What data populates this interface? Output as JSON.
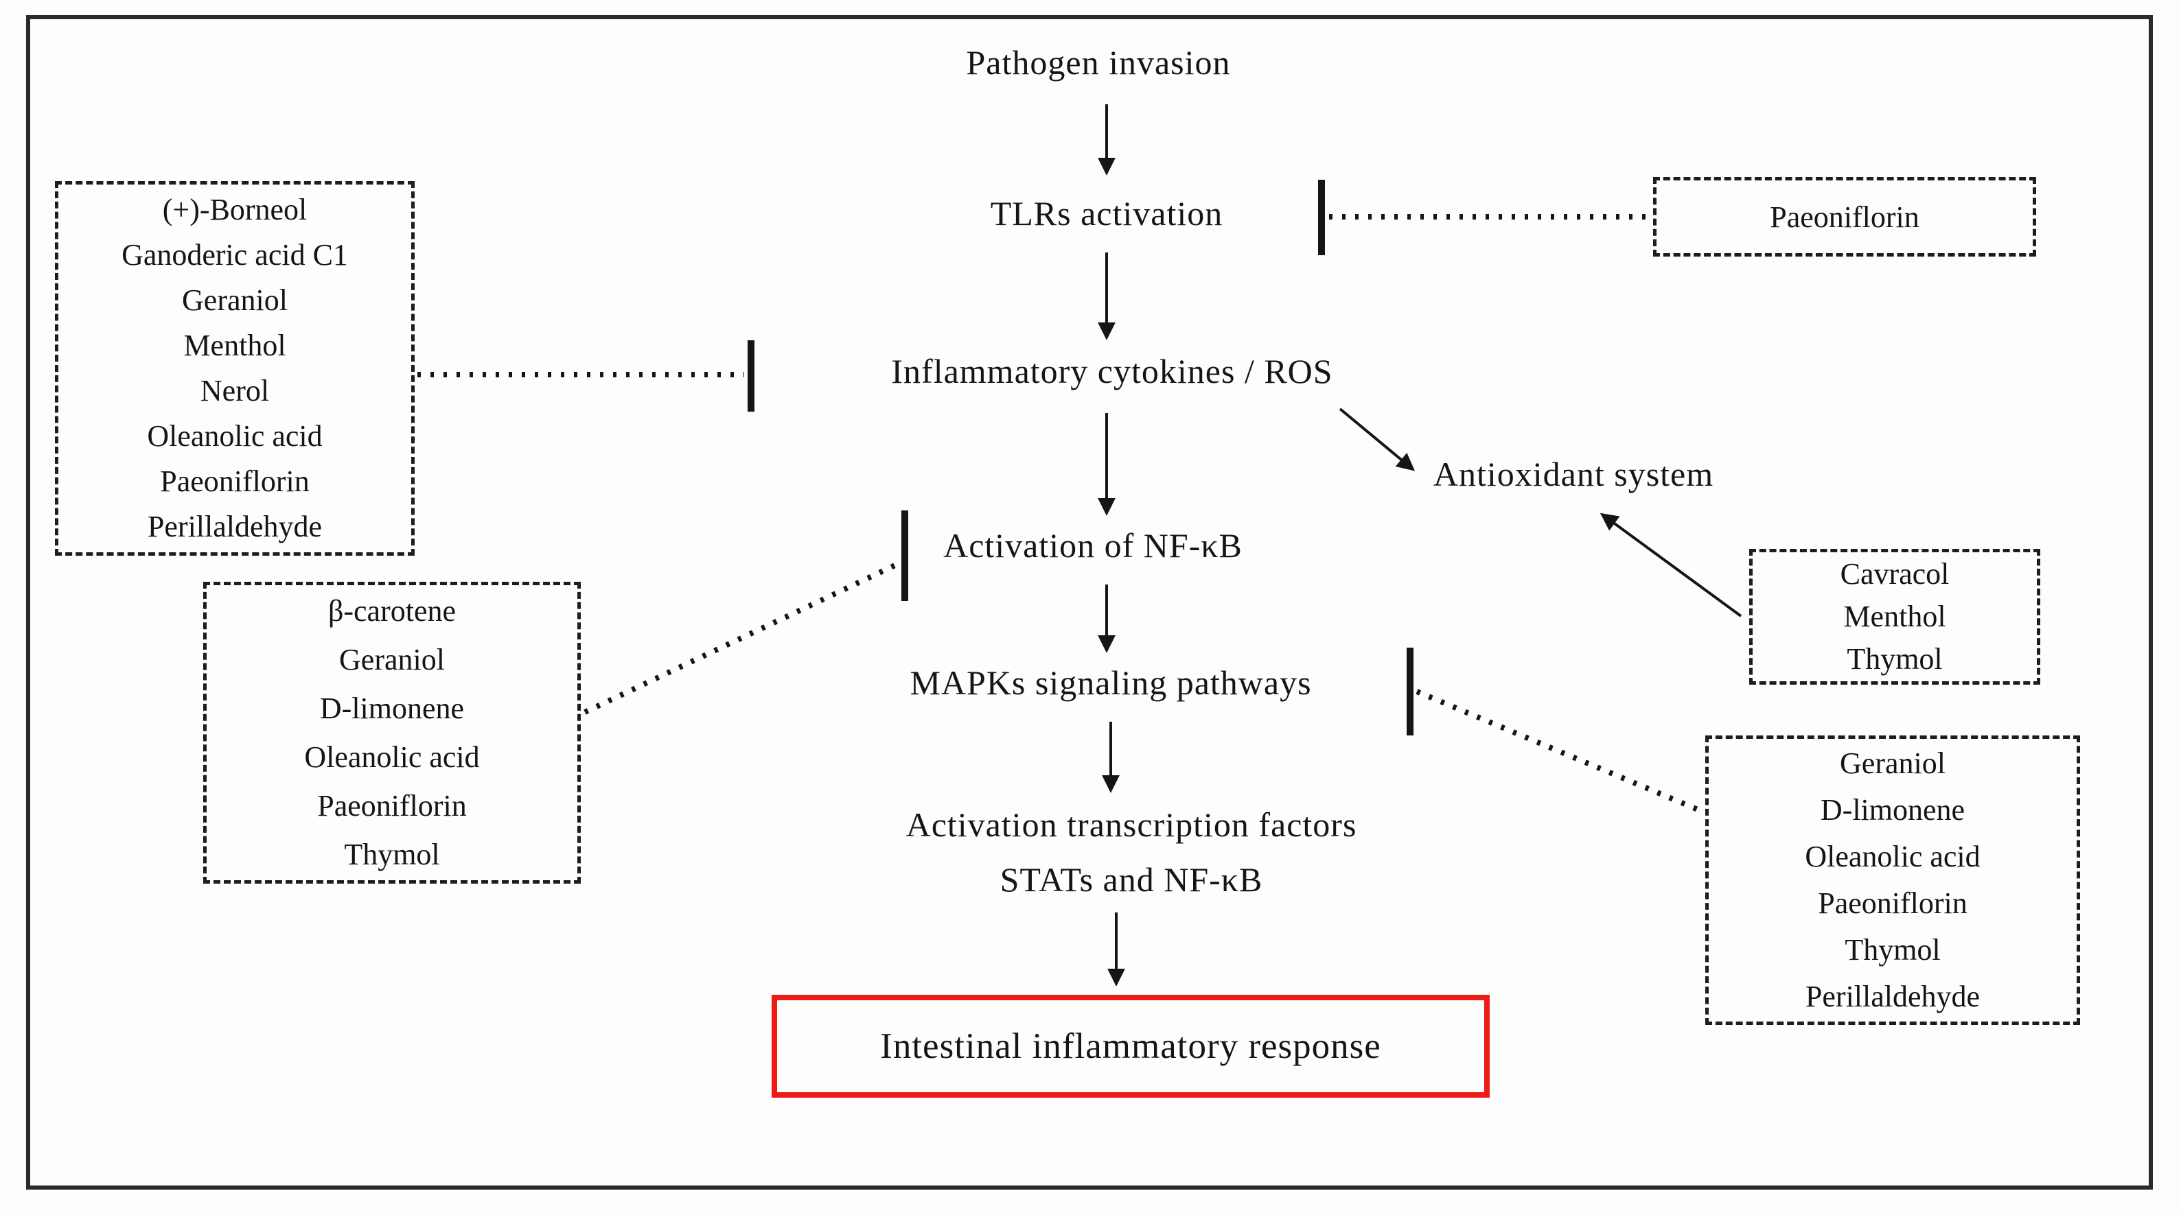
{
  "diagram": {
    "nodes": {
      "pathogen": "Pathogen invasion",
      "tlrs": "TLRs activation",
      "cytokines": "Inflammatory cytokines / ROS",
      "antioxidant": "Antioxidant system",
      "nfkb": "Activation of NF-κB",
      "mapks": "MAPKs signaling pathways",
      "transcription_line1": "Activation transcription factors",
      "transcription_line2": "STATs and NF-κB",
      "outcome": "Intestinal inflammatory response"
    },
    "boxes": {
      "tlr_inhibitor": {
        "items": [
          "Paeoniflorin"
        ]
      },
      "cytokine_inhibitors": {
        "items": [
          "(+)-Borneol",
          "Ganoderic acid C1",
          "Geraniol",
          "Menthol",
          "Nerol",
          "Oleanolic acid",
          "Paeoniflorin",
          "Perillaldehyde"
        ]
      },
      "nfkb_inhibitors": {
        "items": [
          "β-carotene",
          "Geraniol",
          "D-limonene",
          "Oleanolic acid",
          "Paeoniflorin",
          "Thymol"
        ]
      },
      "antioxidant_enhancers": {
        "items": [
          "Cavracol",
          "Menthol",
          "Thymol"
        ]
      },
      "mapk_inhibitors": {
        "items": [
          "Geraniol",
          "D-limonene",
          "Oleanolic acid",
          "Paeoniflorin",
          "Thymol",
          "Perillaldehyde"
        ]
      }
    },
    "colors": {
      "ink": "#151515",
      "outcome_border": "#ee1c16"
    }
  }
}
